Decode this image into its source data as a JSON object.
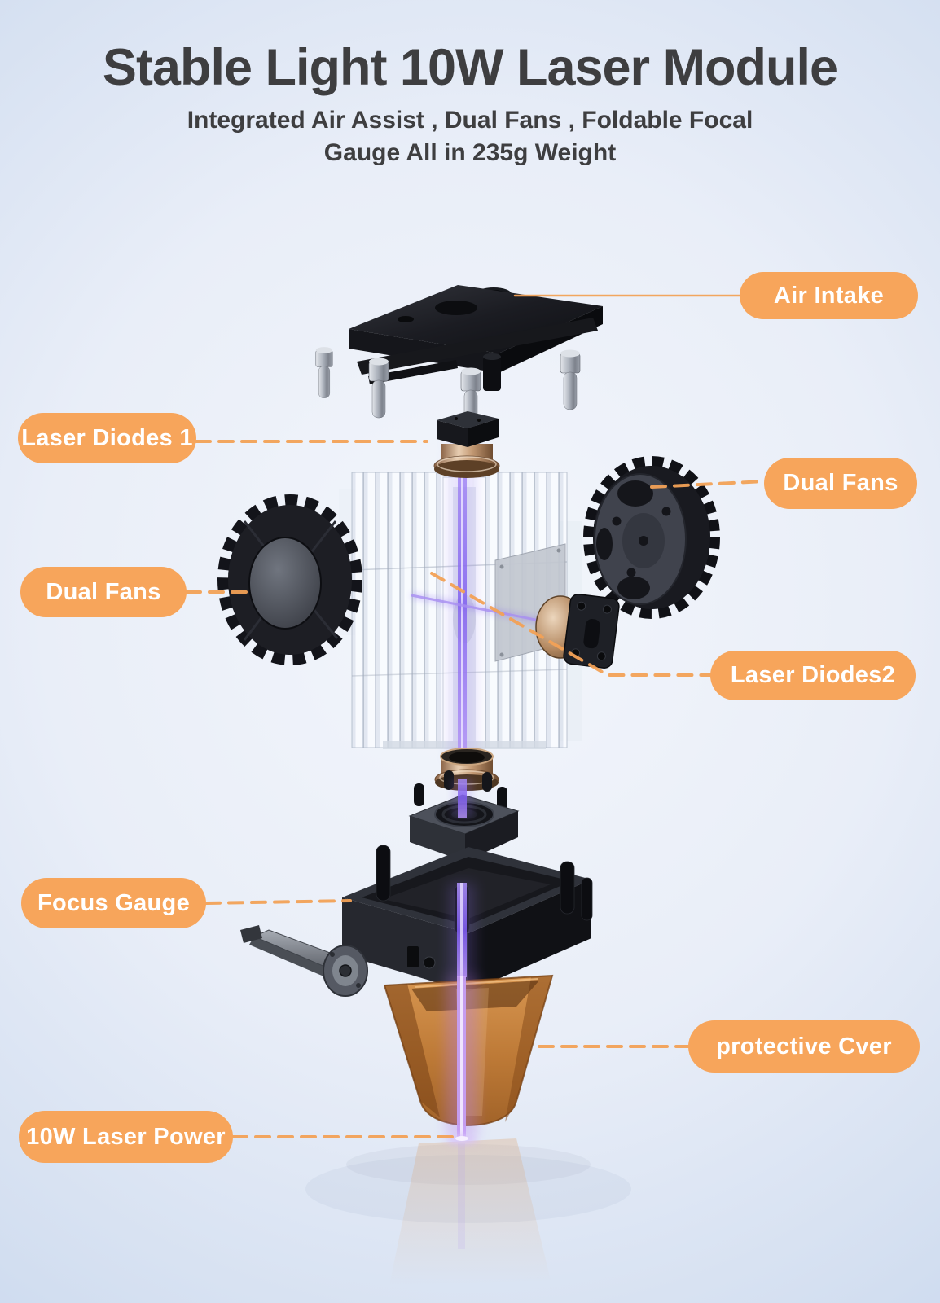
{
  "header": {
    "title": "Stable Light 10W Laser Module",
    "subtitle_line1": "Integrated Air Assist , Dual Fans , Foldable Focal",
    "subtitle_line2": "Gauge All in 235g Weight"
  },
  "labels": {
    "air_intake": "Air Intake",
    "laser_diodes_1": "Laser Diodes 1",
    "dual_fans_right": "Dual Fans",
    "dual_fans_left": "Dual Fans",
    "laser_diodes_2": "Laser Diodes2",
    "focus_gauge": "Focus Gauge",
    "protective_cover": "protective Cver",
    "laser_power": "10W Laser Power"
  },
  "colors": {
    "label_background": "#F7A55B",
    "label_text": "#FFFFFF",
    "connector_line": "#F2A156",
    "heading_text": "#3E3E40",
    "background_center": "#F3F6FB",
    "background_edge": "#B9CDEA",
    "laser_beam_purple": "#7E5CF0",
    "protective_cover_amber": "#BA722A",
    "metal_silver": "#AAB0BA",
    "bronze_gold": "#C49A74",
    "part_black": "#15161B"
  },
  "diagram": {
    "parts": [
      "air-intake-cap",
      "laser-diode-1",
      "heatsink-block",
      "left-fan",
      "right-fan",
      "laser-diode-2",
      "focus-lens-ring",
      "lens-holder",
      "focus-gauge-body",
      "focus-gauge-arm",
      "protective-cover",
      "laser-beam"
    ]
  }
}
